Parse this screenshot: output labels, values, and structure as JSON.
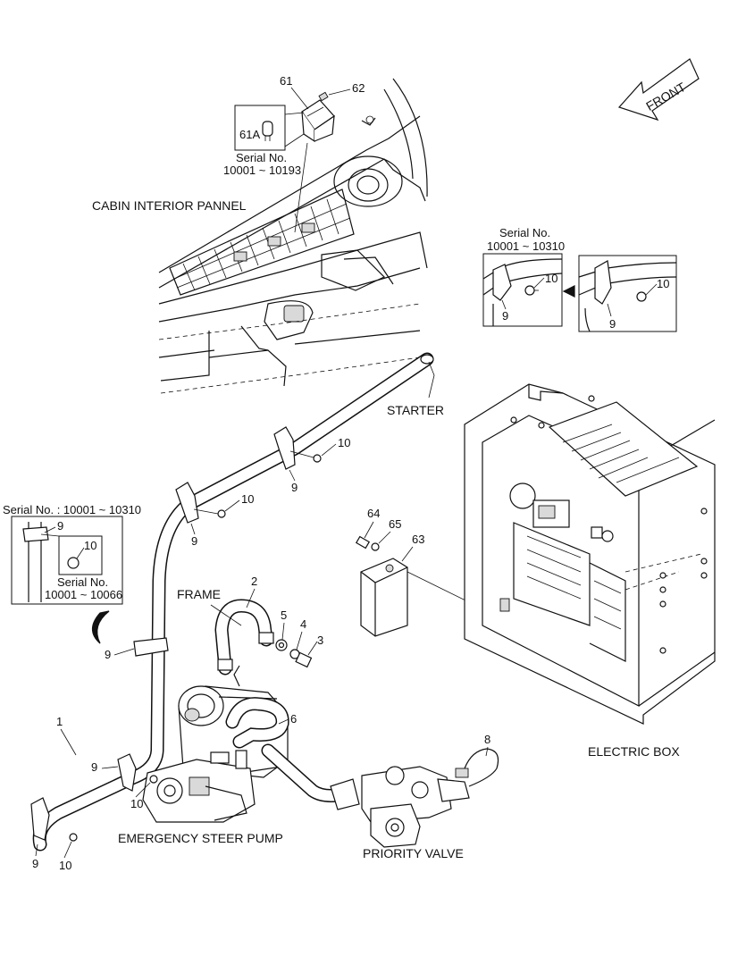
{
  "orientation": {
    "front_label": "FRONT"
  },
  "section_labels": {
    "cabin": "CABIN INTERIOR PANNEL",
    "starter": "STARTER",
    "frame": "FRAME",
    "electric_box": "ELECTRIC BOX",
    "emergency_pump": "EMERGENCY STEER PUMP",
    "priority_valve": "PRIORITY VALVE"
  },
  "insets": {
    "switch": {
      "serial_label": "Serial No.",
      "serial_range": "10001 ~ 10193",
      "part": "61A"
    },
    "clamp_right": {
      "serial_label": "Serial No.",
      "serial_range": "10001 ~ 10310"
    },
    "clamp_left": {
      "serial_label": "Serial No. : 10001 ~ 10310",
      "inner_serial_label": "Serial No.",
      "inner_serial_range": "10001 ~ 10066"
    }
  },
  "callouts": {
    "c61": "61",
    "c62": "62",
    "c10_rb1": "10",
    "c9_rb1": "9",
    "c10_rb2": "10",
    "c9_rb2": "9",
    "c10_a": "10",
    "c9_a": "9",
    "c10_b": "10",
    "c9_b": "9",
    "c9_li": "9",
    "c10_li": "10",
    "c64": "64",
    "c65": "65",
    "c63": "63",
    "c2": "2",
    "c5": "5",
    "c4": "4",
    "c3": "3",
    "c9_c": "9",
    "c1": "1",
    "c6": "6",
    "c8": "8",
    "c9_d": "9",
    "c10_d": "10",
    "c9_e": "9",
    "c10_e": "10"
  }
}
